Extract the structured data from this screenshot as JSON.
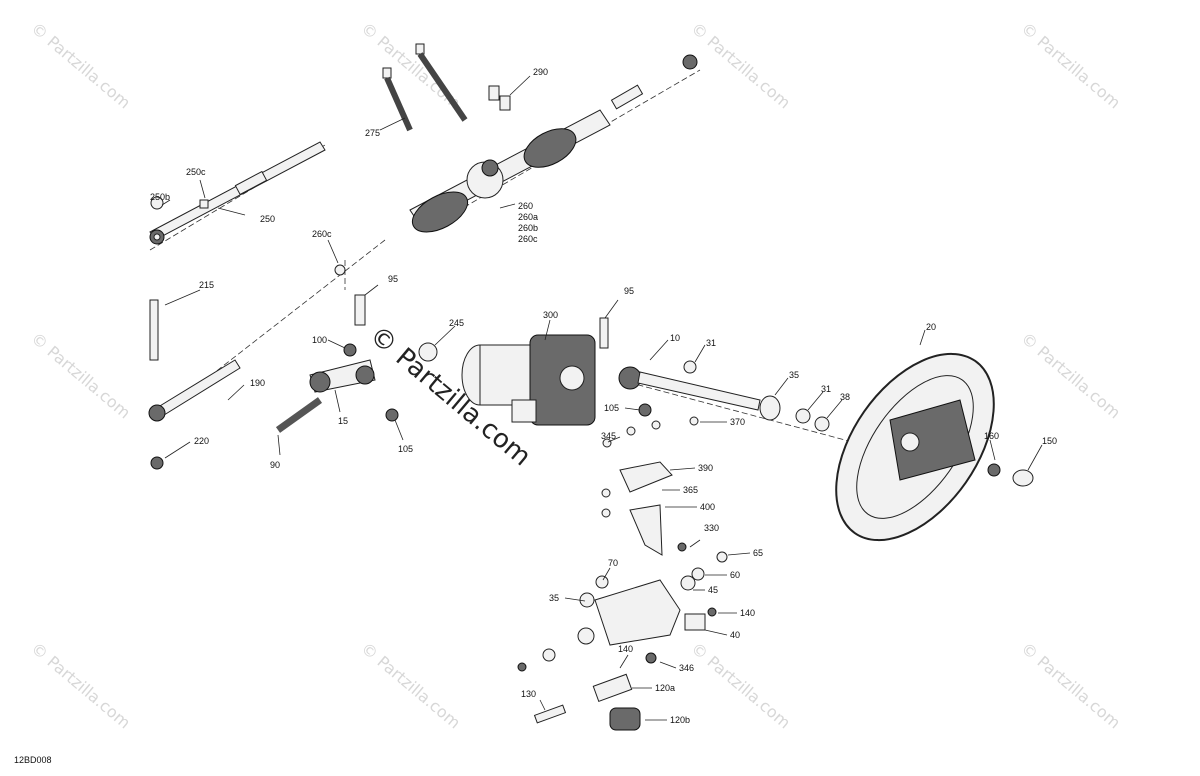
{
  "diagram_code": "12BD008",
  "watermarks": {
    "small": "© Partzilla.com",
    "center": "© Partzilla.com"
  },
  "labels": {
    "l290": "290",
    "l275": "275",
    "l250c": "250c",
    "l250b": "250b",
    "l250": "250",
    "l260": "260",
    "l260a": "260a",
    "l260b": "260b",
    "l260c_a": "260c",
    "l260c_b": "260c",
    "l215": "215",
    "l95a": "95",
    "l95b": "95",
    "l245": "245",
    "l300": "300",
    "l100": "100",
    "l190": "190",
    "l15": "15",
    "l90": "90",
    "l105a": "105",
    "l105b": "105",
    "l220": "220",
    "l10": "10",
    "l31a": "31",
    "l31b": "31",
    "l35a": "35",
    "l35b": "35",
    "l38": "38",
    "l20": "20",
    "l160": "160",
    "l150": "150",
    "l345": "345",
    "l370": "370",
    "l390": "390",
    "l365": "365",
    "l400": "400",
    "l330": "330",
    "l65": "65",
    "l60": "60",
    "l70": "70",
    "l45": "45",
    "l140a": "140",
    "l140b": "140",
    "l40": "40",
    "l346": "346",
    "l120a": "120a",
    "l120b": "120b",
    "l130": "130"
  }
}
